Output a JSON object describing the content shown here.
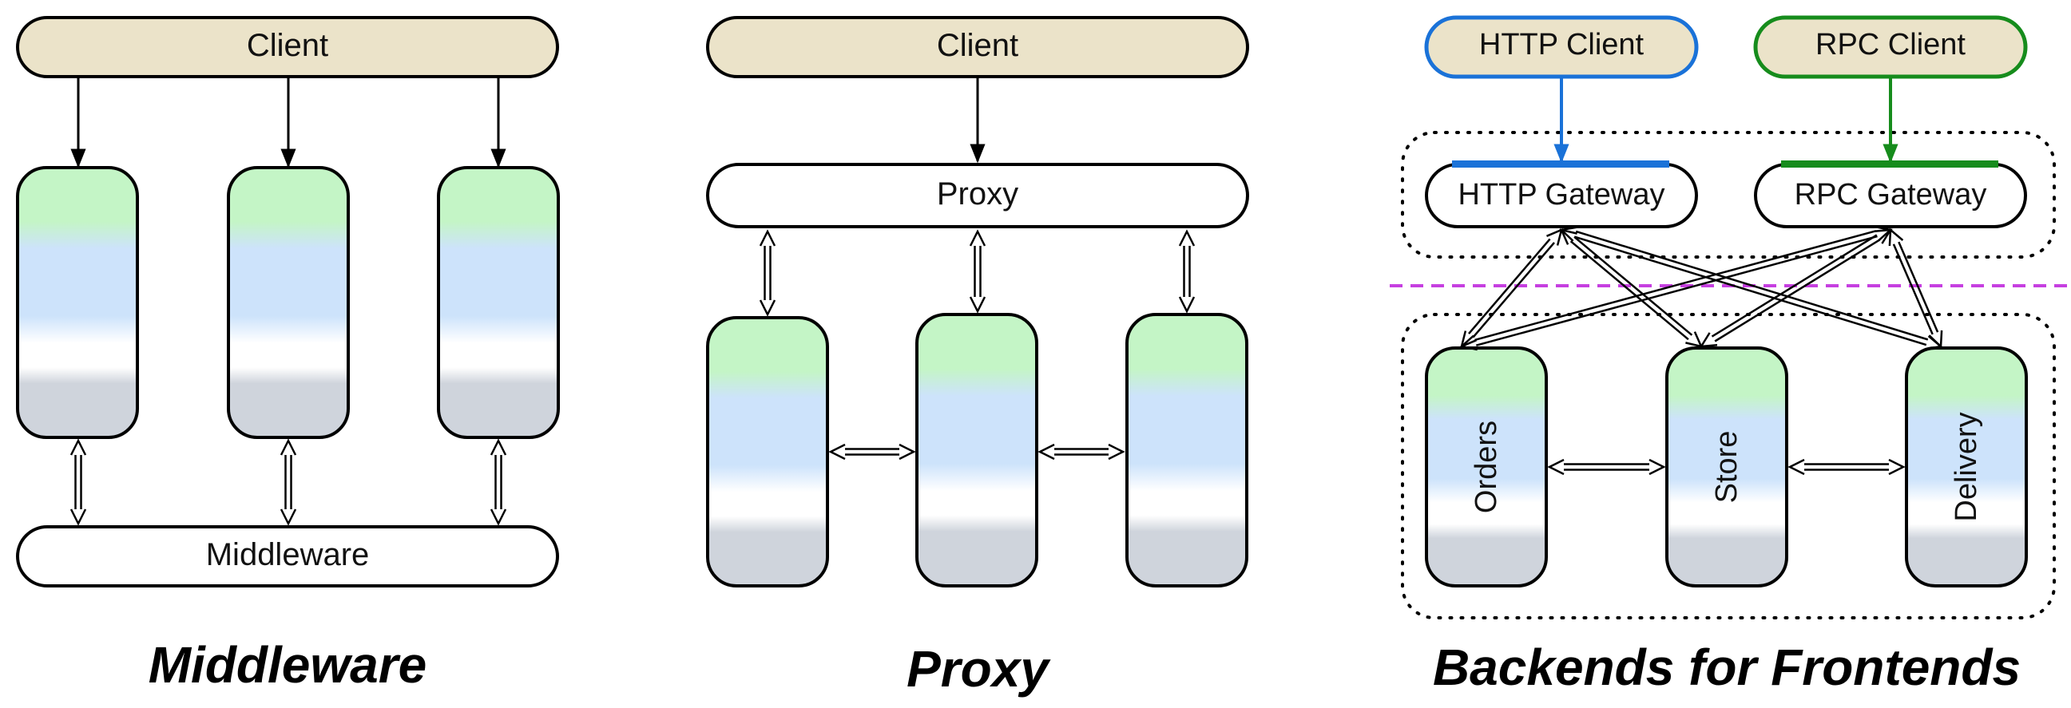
{
  "middleware": {
    "client": "Client",
    "bus": "Middleware",
    "caption": "Middleware"
  },
  "proxy": {
    "client": "Client",
    "proxy": "Proxy",
    "caption": "Proxy"
  },
  "bff": {
    "http_client": "HTTP Client",
    "rpc_client": "RPC Client",
    "http_gateway": "HTTP Gateway",
    "rpc_gateway": "RPC Gateway",
    "services": [
      "Orders",
      "Store",
      "Delivery"
    ],
    "caption": "Backends for Frontends"
  },
  "colors": {
    "client_fill": "#ebe3c9",
    "http_accent": "#1a72d8",
    "rpc_accent": "#168c1c",
    "divider": "#c63fe0",
    "service_top": "#c4f5c6",
    "service_mid": "#cde3fb",
    "service_low": "#ffffff",
    "service_bottom": "#cfd4dc"
  }
}
